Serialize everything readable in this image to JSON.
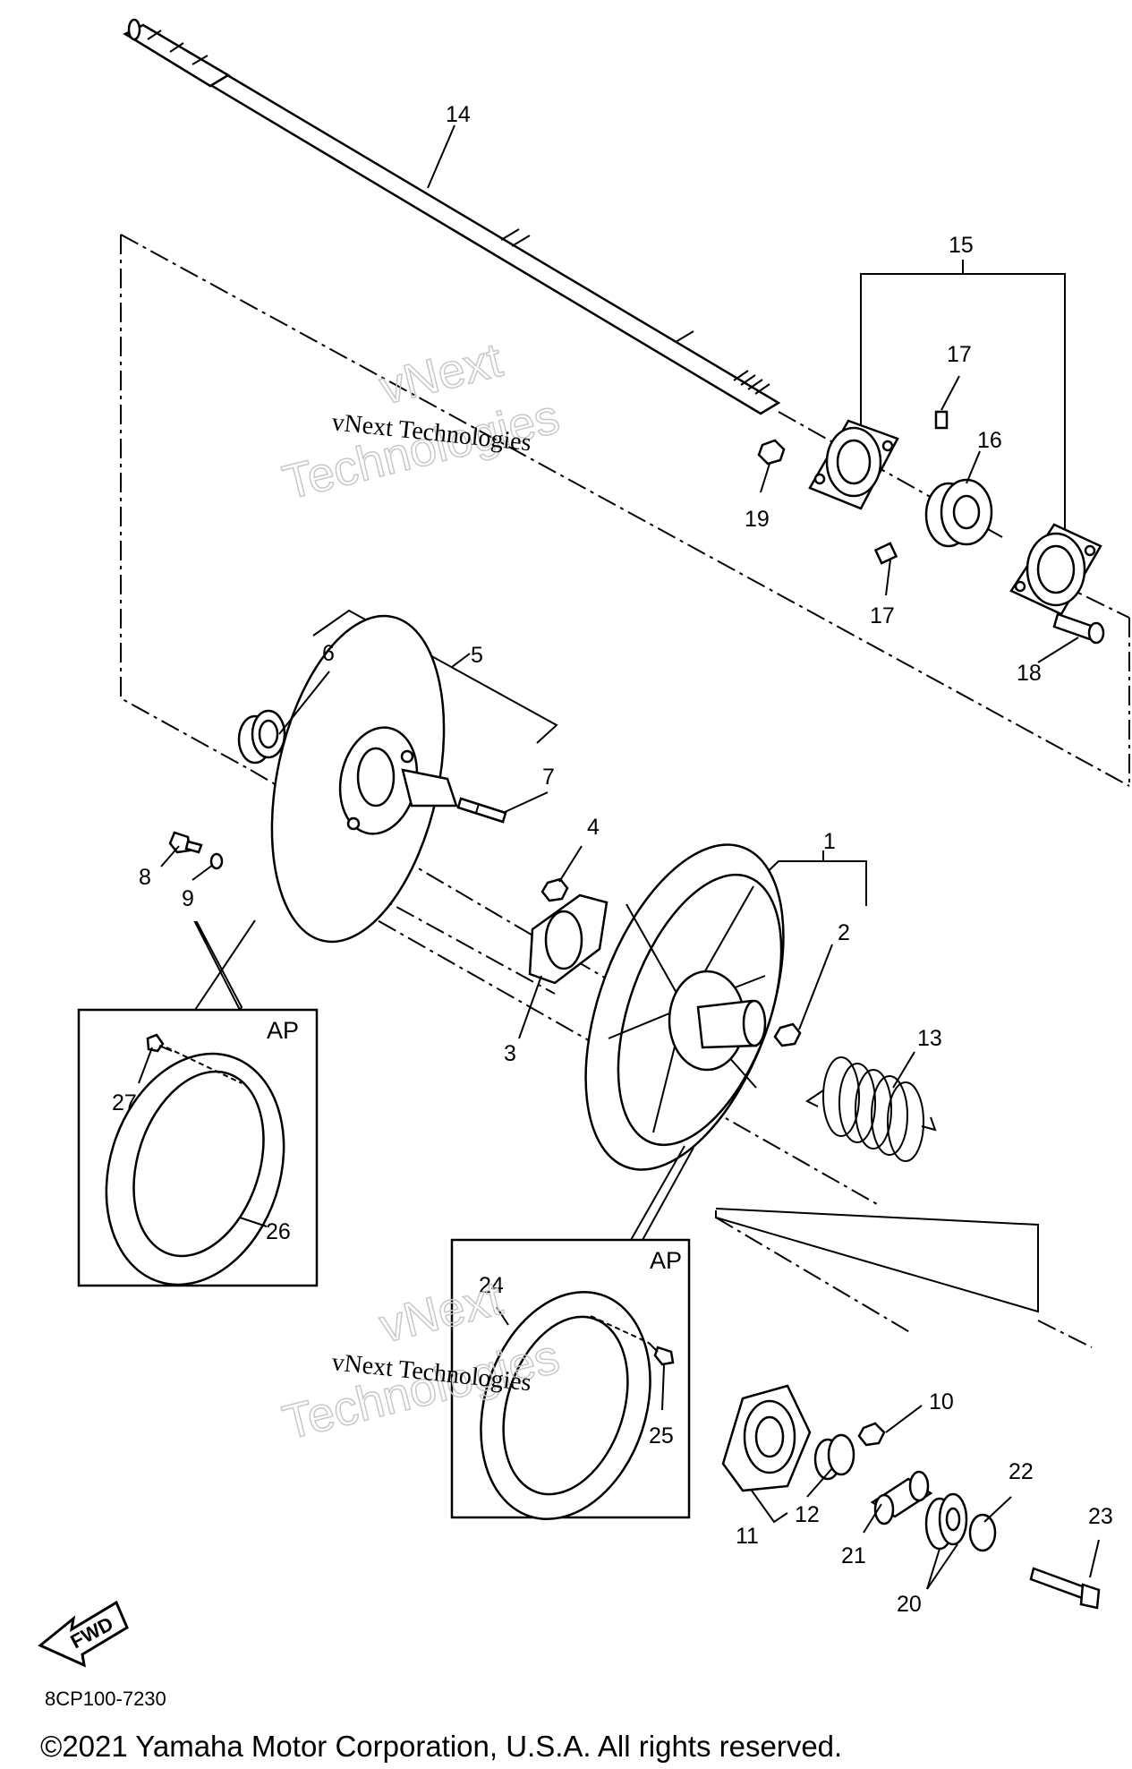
{
  "callouts": {
    "c1": "1",
    "c2": "2",
    "c3": "3",
    "c4": "4",
    "c5": "5",
    "c6": "6",
    "c7": "7",
    "c8": "8",
    "c9": "9",
    "c10": "10",
    "c11": "11",
    "c12": "12",
    "c13": "13",
    "c14": "14",
    "c15": "15",
    "c16": "16",
    "c17a": "17",
    "c17b": "17",
    "c18": "18",
    "c19": "19",
    "c20": "20",
    "c21": "21",
    "c22": "22",
    "c23": "23",
    "c24": "24",
    "c25": "25",
    "c26": "26",
    "c27": "27"
  },
  "inset_left": {
    "tag": "AP"
  },
  "inset_right": {
    "tag": "AP"
  },
  "fwd_label": "FWD",
  "watermark": {
    "line1": "vNext",
    "line2": "Technologies",
    "small": "vNext Technologies"
  },
  "diagram_code": "8CP100-7230",
  "copyright": "©2021 Yamaha Motor Corporation, U.S.A. All rights reserved."
}
